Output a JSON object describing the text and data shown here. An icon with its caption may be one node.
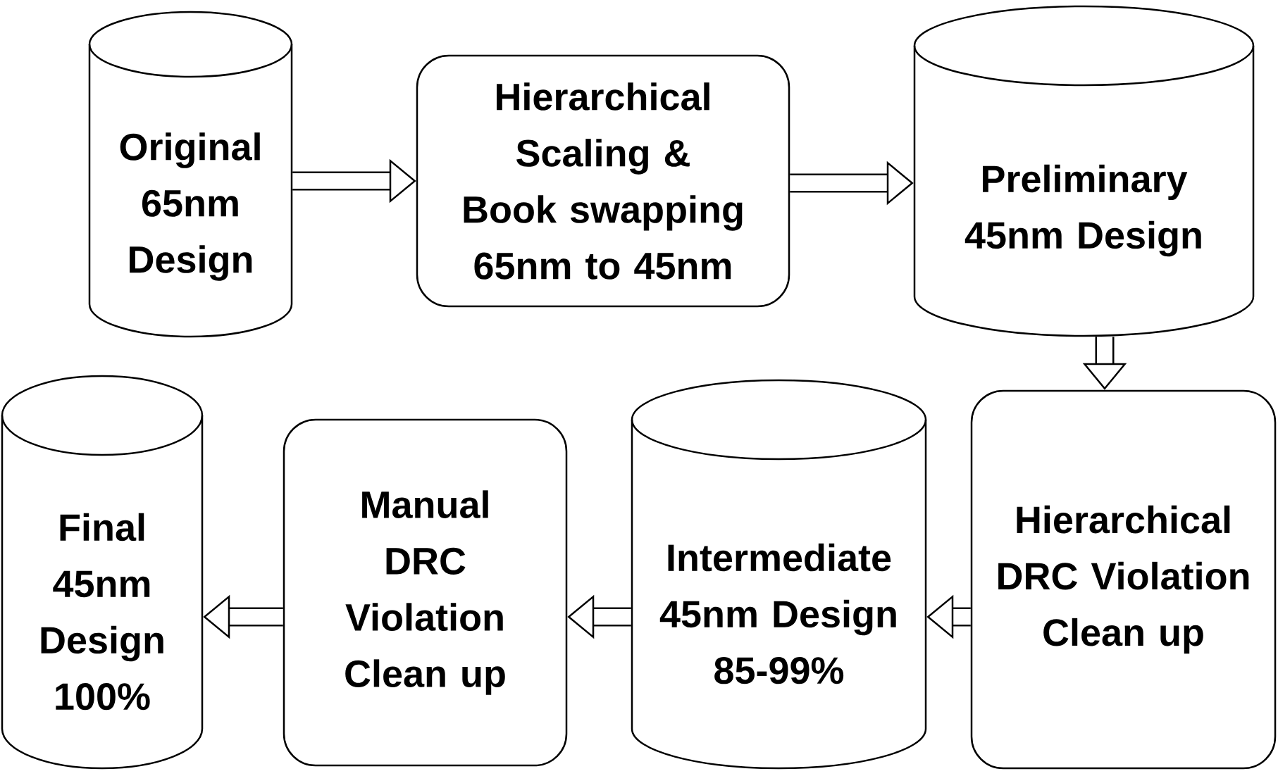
{
  "diagram": {
    "nodes": [
      {
        "text": [
          "Original 65nm Design"
        ]
      },
      {
        "text": [
          "Hierarchical Scaling & Book swapping 65nm to 45nm"
        ]
      },
      {
        "text": [
          "Preliminary 45nm Design"
        ]
      },
      {
        "text": [
          "Hierarchical DRC Violation Clean up"
        ]
      },
      {
        "text": [
          "Intermediate 45nm Design 85-99%"
        ]
      },
      {
        "text": [
          "Manual DRC Violation Clean up"
        ]
      },
      {
        "text": [
          "Final 45nm Design 100%"
        ]
      }
    ],
    "edges": [
      {
        "from": 0,
        "to": 1,
        "arrow": "to"
      },
      {
        "from": 1,
        "to": 2,
        "arrow": "to"
      },
      {
        "from": 2,
        "to": 3,
        "arrow": "to"
      },
      {
        "from": 3,
        "to": 4,
        "arrow": "to"
      },
      {
        "from": 4,
        "to": 5,
        "arrow": "to"
      },
      {
        "from": 5,
        "to": 6,
        "arrow": "to"
      }
    ]
  }
}
